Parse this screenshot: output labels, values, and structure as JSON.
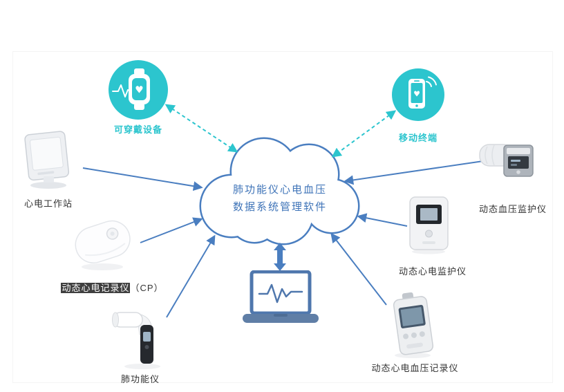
{
  "cloud": {
    "line1": "肺功能仪心电血压",
    "line2": "数据系统管理软件"
  },
  "nodes": {
    "wearable": {
      "label": "可穿戴设备"
    },
    "mobile": {
      "label": "移动终端"
    },
    "ecg_workstation": {
      "label": "心电工作站"
    },
    "cp_recorder": {
      "label_main": "动态心电记录仪",
      "label_suffix": "（CP）"
    },
    "spirometer": {
      "label": "肺功能仪"
    },
    "bp_monitor": {
      "label": "动态血压监护仪"
    },
    "ecg_monitor": {
      "label": "动态心电监护仪"
    },
    "ecg_bp_recorder": {
      "label": "动态心电血压记录仪"
    }
  },
  "icons": {
    "wearable": "smartwatch-icon",
    "mobile": "smartphone-icon",
    "center": "cloud-icon",
    "bottom": "laptop-ecg-icon"
  },
  "colors": {
    "teal": "#2cc5ce",
    "blue": "#4a7ec0",
    "cloud_text": "#3f74b8",
    "label_dark": "#333333",
    "highlight_bg": "#3f3f3f"
  }
}
